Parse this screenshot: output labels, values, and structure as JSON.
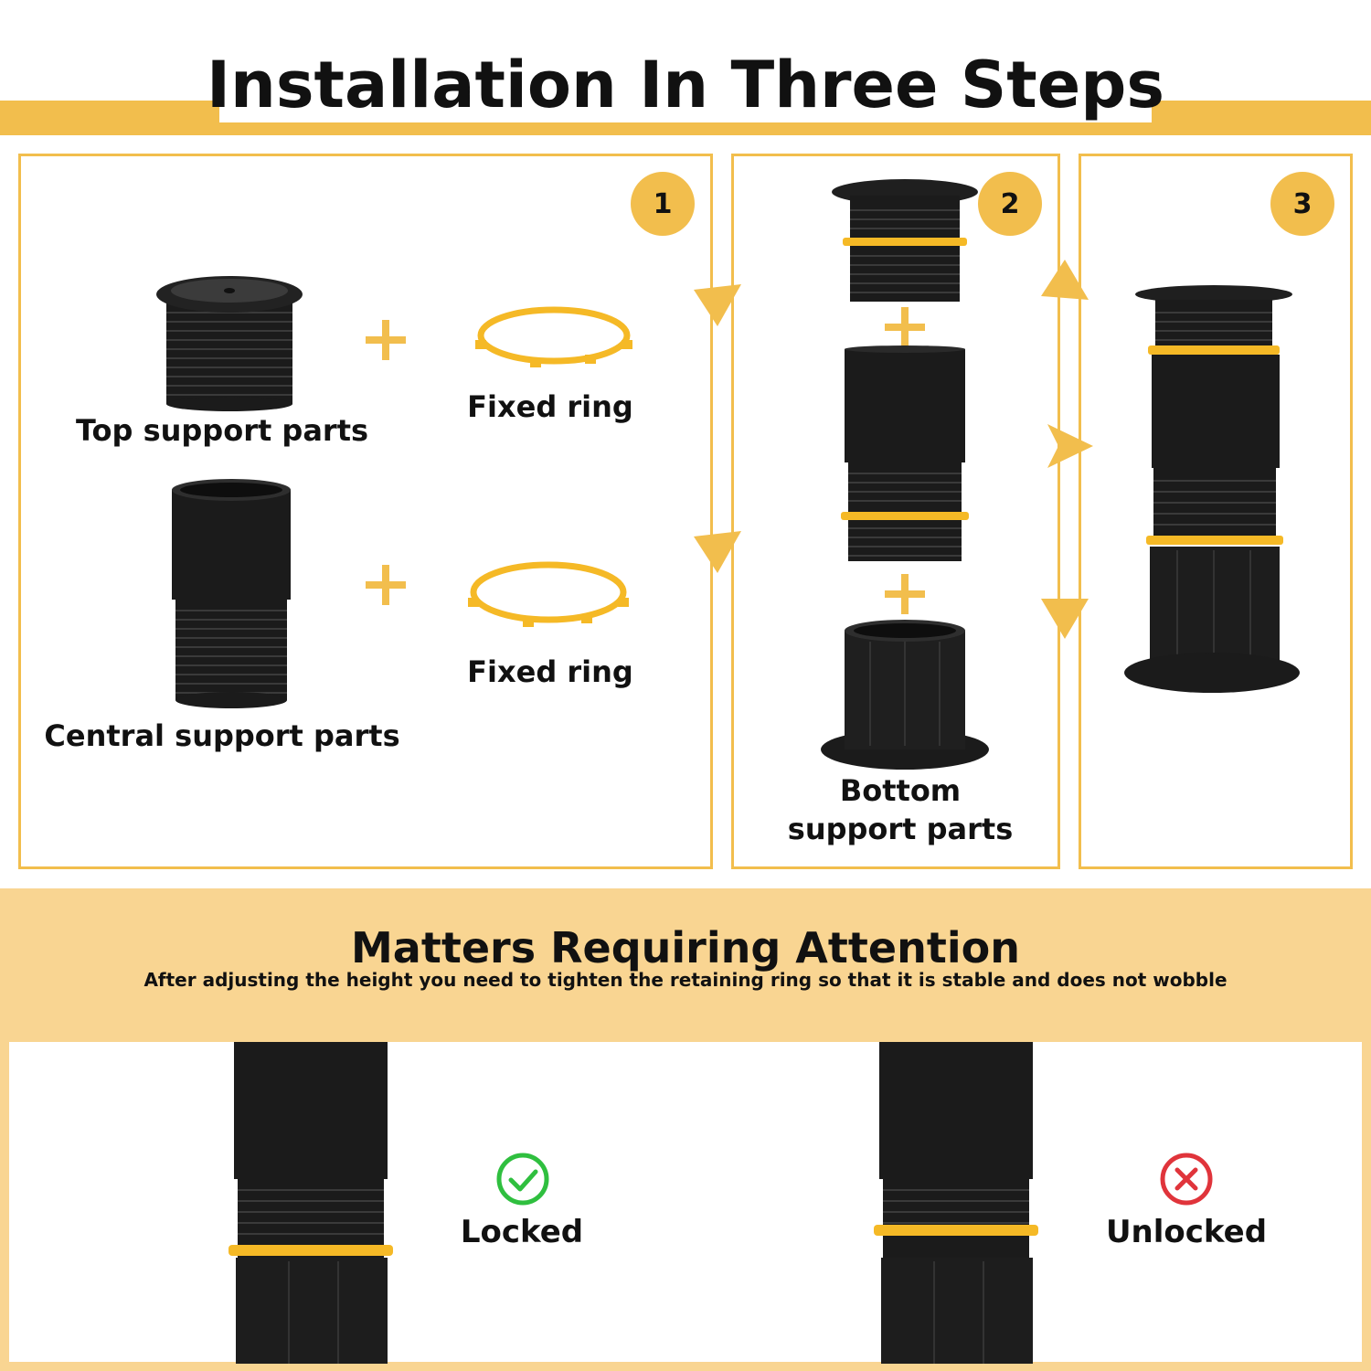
{
  "header": {
    "title": "Installation In Three Steps"
  },
  "steps": [
    {
      "number": "1"
    },
    {
      "number": "2"
    },
    {
      "number": "3"
    }
  ],
  "step1": {
    "top_support_label": "Top support parts",
    "fixed_ring_label_1": "Fixed ring",
    "central_support_label": "Central support parts",
    "fixed_ring_label_2": "Fixed ring"
  },
  "step2": {
    "bottom_support_label_line1": "Bottom",
    "bottom_support_label_line2": "support parts"
  },
  "attention": {
    "title": "Matters Requiring Attention",
    "subtitle": "After adjusting the height you need to tighten the retaining ring so that it is stable and does not wobble",
    "locked_label": "Locked",
    "unlocked_label": "Unlocked"
  },
  "colors": {
    "accent": "#f2be4d",
    "ring": "#f5b926",
    "band": "#f9d592",
    "ok": "#2fbf3f",
    "bad": "#e0343b"
  }
}
